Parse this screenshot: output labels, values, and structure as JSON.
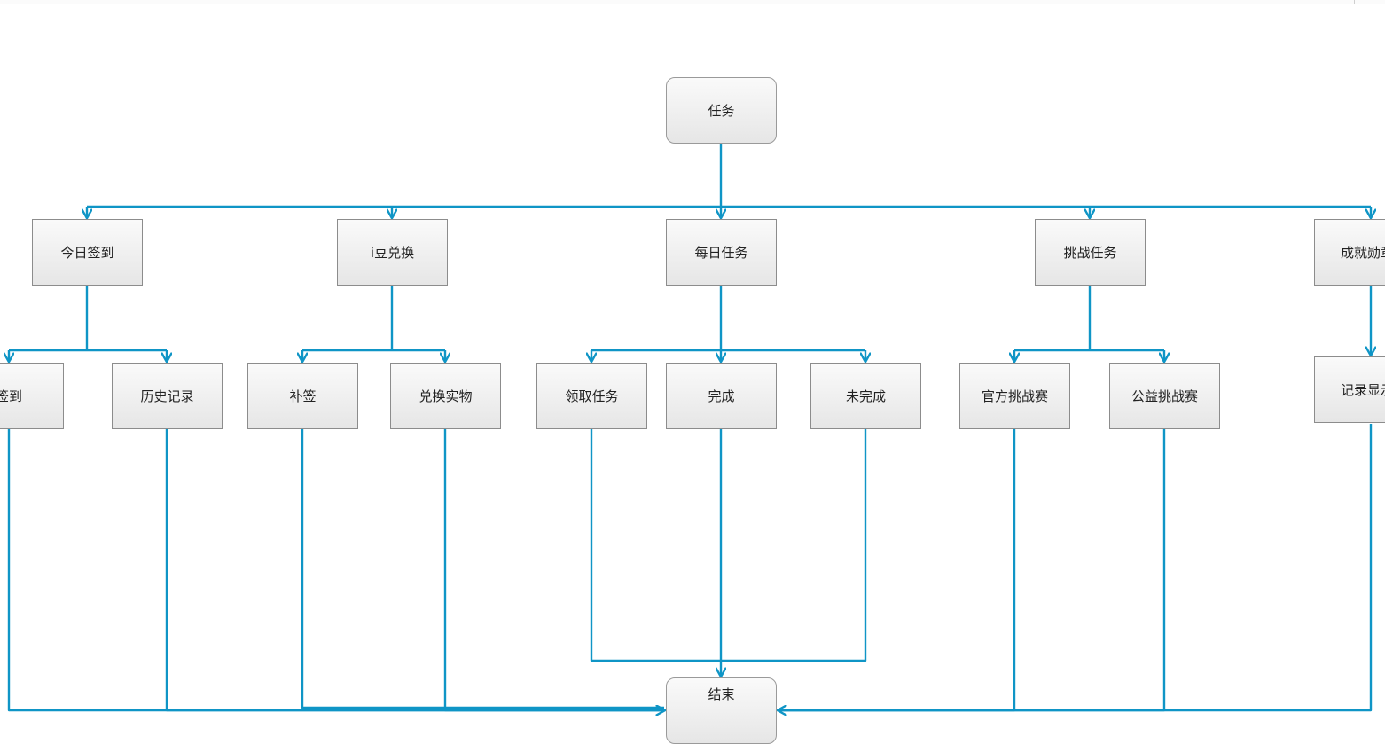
{
  "colors": {
    "connector": "#0f95c6",
    "node_border": "#8c8c8c"
  },
  "nodes": {
    "root": "任务",
    "today_checkin": "今日签到",
    "idou_exchange": "i豆兑换",
    "daily_tasks": "每日任务",
    "challenge_tasks": "挑战任务",
    "achievement": "成就勋章",
    "checkin": "签到",
    "history": "历史记录",
    "makeup_checkin": "补签",
    "exchange_goods": "兑换实物",
    "claim_task": "领取任务",
    "complete": "完成",
    "incomplete": "未完成",
    "official_challenge": "官方挑战赛",
    "charity_challenge": "公益挑战赛",
    "record_display": "记录显示",
    "end": "结束"
  }
}
